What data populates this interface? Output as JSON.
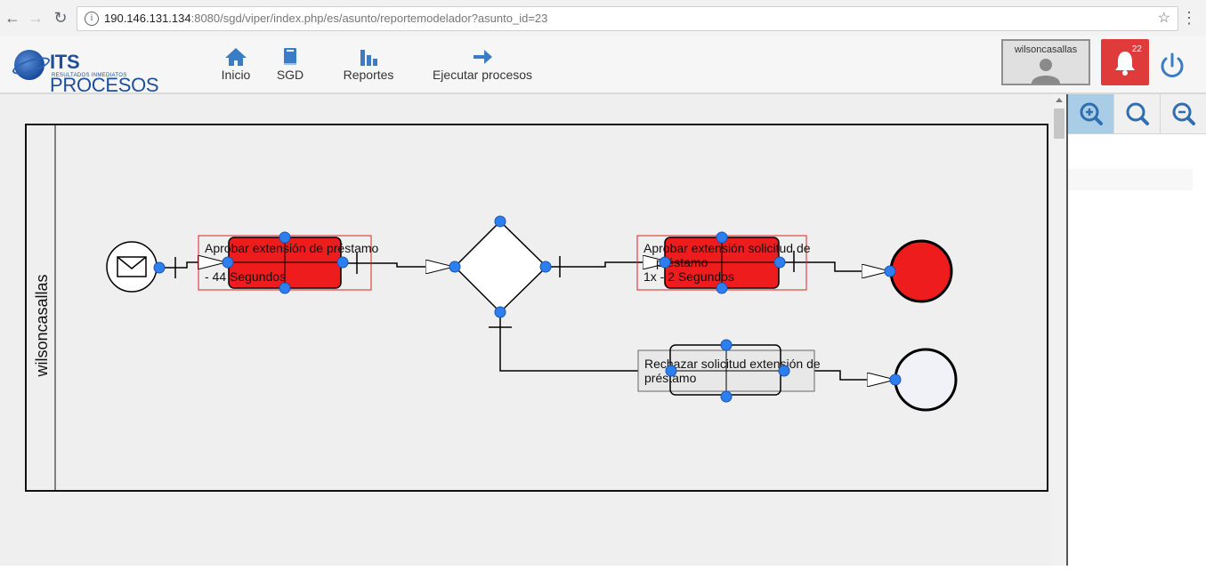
{
  "browser": {
    "url_host": "190.146.131.134",
    "url_path": ":8080/sgd/viper/index.php/es/asunto/reportemodelador?asunto_id=23",
    "icons": [
      "back-arrow-icon",
      "forward-arrow-icon",
      "reload-icon",
      "info-icon",
      "star-icon",
      "kebab-menu-icon"
    ]
  },
  "app": {
    "logo_brand_bold": "ITS",
    "logo_brand_light": "PROCESOS",
    "logo_tagline": "RESULTADOS INMEDIATOS",
    "menu": [
      {
        "label": "Inicio",
        "icon": "home-icon"
      },
      {
        "label": "SGD",
        "icon": "book-icon"
      },
      {
        "label": "Reportes",
        "icon": "bar-chart-icon"
      },
      {
        "label": "Ejecutar procesos",
        "icon": "arrow-right-icon"
      }
    ],
    "user": {
      "name": "wilsoncasallas",
      "icon": "user-silhouette-icon"
    },
    "notifications": {
      "count": "22",
      "icon": "bell-icon"
    },
    "power_icon": "power-icon"
  },
  "diagram": {
    "lane_label": "wilsoncasallas",
    "task1": {
      "line1": "Aprobar extensión de préstamo",
      "line2": "- 44 Segundos",
      "state": "executed"
    },
    "task2": {
      "line1": "Aprobar extensión solicitud de",
      "line2": "préstamo",
      "line3": "1x - 2 Segundos",
      "state": "executed"
    },
    "task3": {
      "line1": "Rechazar solicitud extensión de",
      "line2": "préstamo",
      "state": "not-executed"
    },
    "colors": {
      "executed": "#ee1c1c",
      "handle": "#2d7ff0",
      "lane_border": "#111111",
      "canvas": "#efefef",
      "end_idle": "#f0f2f8"
    }
  },
  "zoom": {
    "buttons": [
      {
        "name": "zoom-in-icon",
        "active": true
      },
      {
        "name": "zoom-reset-icon",
        "active": false
      },
      {
        "name": "zoom-out-icon",
        "active": false
      }
    ]
  }
}
